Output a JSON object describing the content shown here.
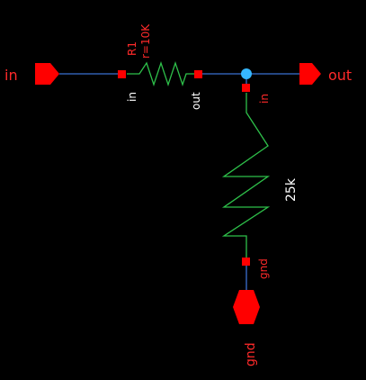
{
  "colors": {
    "background": "#000000",
    "wire": "#3a6fd1",
    "pin": "#ff0000",
    "component": "#2ec04a",
    "port_text": "#ff2a2a",
    "pin_text": "#ffffff",
    "junction": "#36b7ff"
  },
  "ports": {
    "in": {
      "label": "in",
      "icon": "input-port-arrow"
    },
    "out": {
      "label": "out",
      "icon": "output-port-arrow"
    },
    "gnd": {
      "label": "gnd",
      "icon": "ground-port-hexagon"
    }
  },
  "r1": {
    "name": "R1",
    "param": "r=10K",
    "pin_left": "in",
    "pin_right": "out"
  },
  "r2": {
    "value": "25k",
    "pin_top": "in",
    "pin_bottom": "gnd"
  }
}
